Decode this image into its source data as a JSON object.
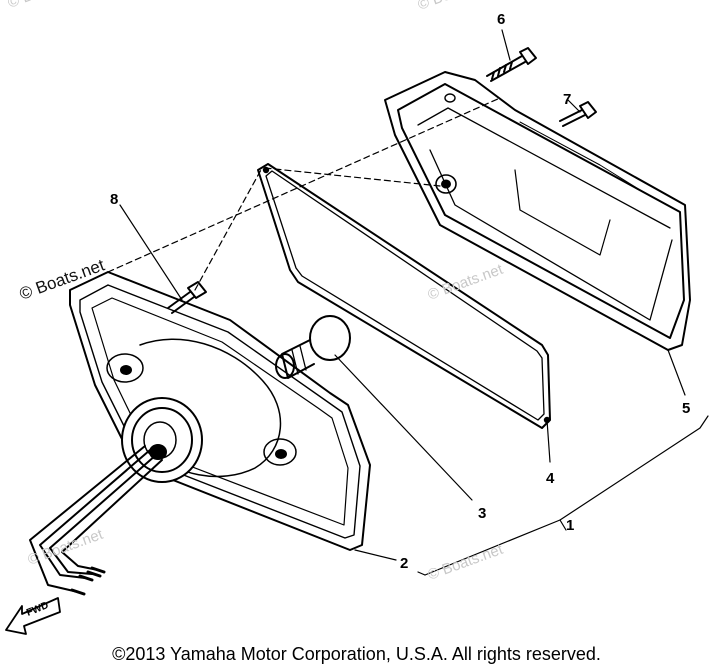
{
  "callouts": [
    "1",
    "2",
    "3",
    "4",
    "5",
    "6",
    "7",
    "8"
  ],
  "watermark": "© Boats.net",
  "fwd_label": "FWD",
  "copyright": "©2013 Yamaha Motor Corporation, U.S.A. All rights reserved."
}
